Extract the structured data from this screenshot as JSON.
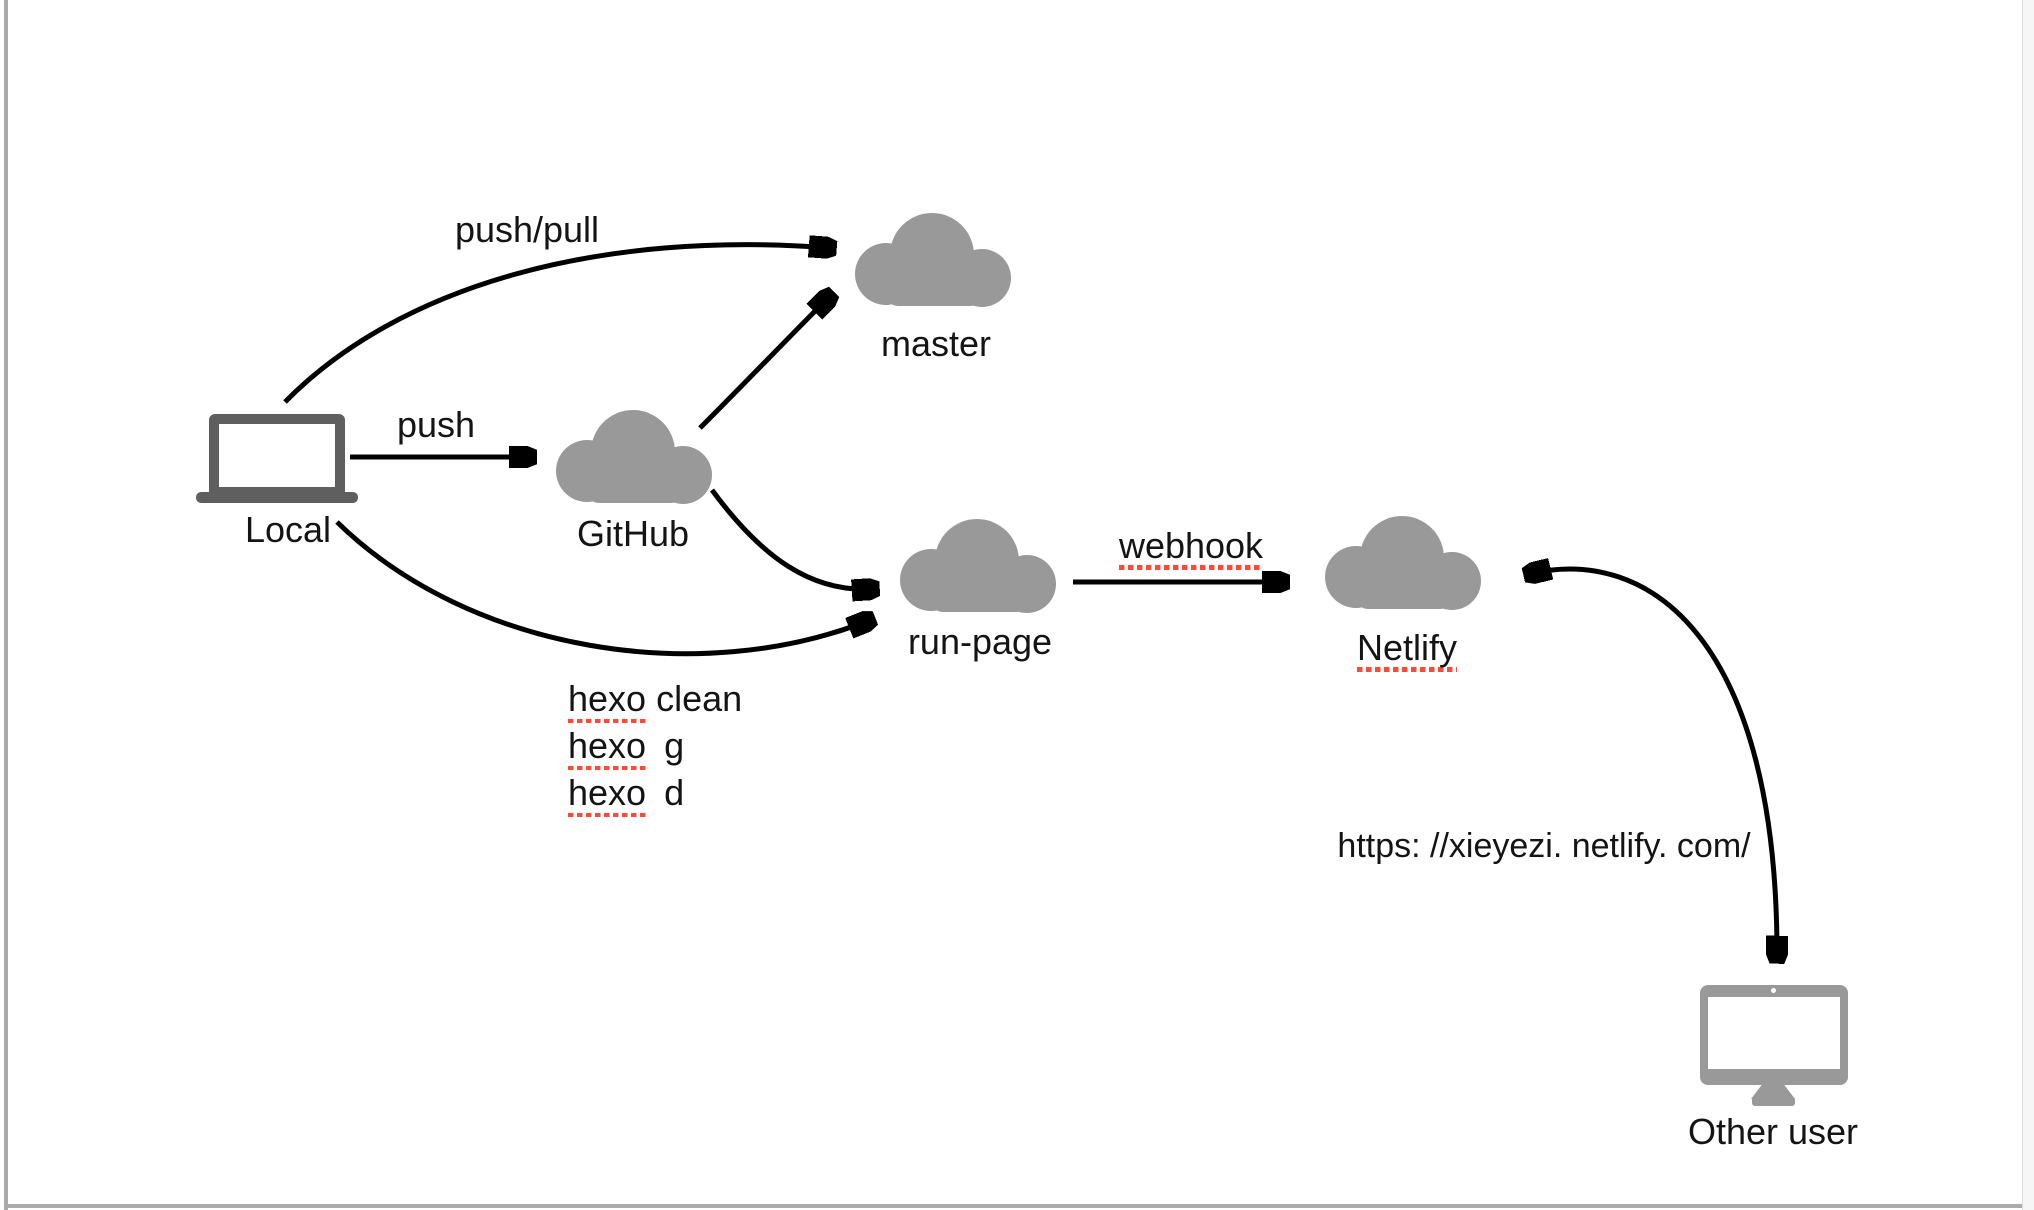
{
  "title": "Hexo deployment flow diagram",
  "colors": {
    "cloud_gray": "#999999",
    "laptop_gray": "#5f5f5f",
    "monitor_gray": "#999999",
    "arrow_black": "#000000",
    "spellcheck_red": "#f84b38",
    "frame_gray": "#ababab"
  },
  "nodes": {
    "local": {
      "label": "Local",
      "icon": "laptop-icon"
    },
    "github": {
      "label": "GitHub",
      "icon": "cloud-icon"
    },
    "master": {
      "label": "master",
      "icon": "cloud-icon"
    },
    "run_page": {
      "label": "run-page",
      "icon": "cloud-icon"
    },
    "netlify": {
      "label": "Netlify",
      "icon": "cloud-icon"
    },
    "other_user": {
      "label": "Other user",
      "icon": "monitor-icon"
    }
  },
  "edges": {
    "local_to_master": {
      "label": "push/pull"
    },
    "local_to_github": {
      "label": "push"
    },
    "github_to_master": {
      "label": ""
    },
    "github_to_run_page": {
      "label": ""
    },
    "local_to_run_page": {
      "label": ""
    },
    "run_page_to_netlify": {
      "label": "webhook"
    },
    "netlify_to_other_user": {
      "label": "https: //xieyezi. netlify. com/"
    }
  },
  "commands": [
    {
      "word": "hexo",
      "rest": "clean"
    },
    {
      "word": "hexo",
      "rest": "g"
    },
    {
      "word": "hexo",
      "rest": "d"
    }
  ]
}
